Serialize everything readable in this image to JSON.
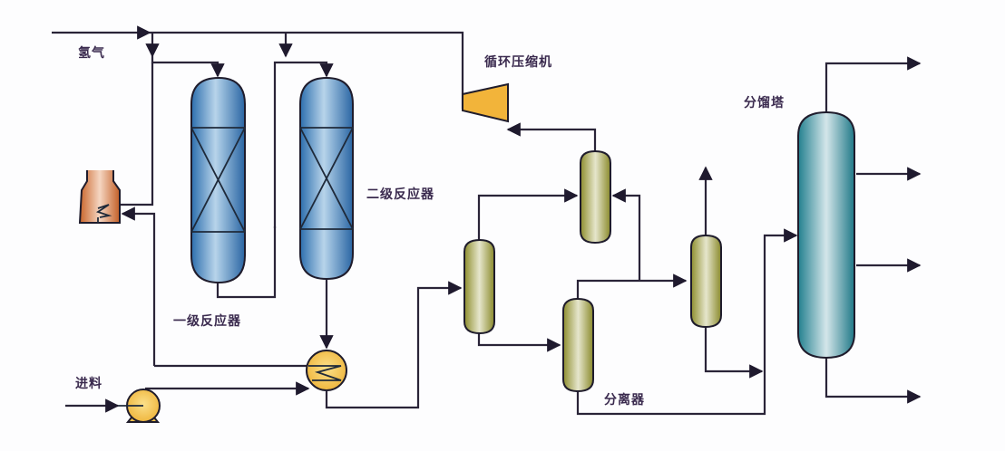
{
  "title": "加氢工艺流程示意图",
  "labels": {
    "hydrogen": "氢气",
    "feed": "进料",
    "reactor1": "一级反应器",
    "reactor2": "二级反应器",
    "compressor": "循环压缩机",
    "separator": "分离器",
    "fractionator": "分馏塔"
  },
  "equipment": [
    {
      "id": "heating-furnace",
      "kind": "furnace"
    },
    {
      "id": "reactor-1",
      "kind": "fixed-bed reactor",
      "label_key": "reactor1"
    },
    {
      "id": "reactor-2",
      "kind": "fixed-bed reactor",
      "label_key": "reactor2"
    },
    {
      "id": "feed-pump",
      "kind": "pump"
    },
    {
      "id": "heat-exchanger",
      "kind": "heat exchanger"
    },
    {
      "id": "recycle-compressor",
      "kind": "compressor",
      "label_key": "compressor"
    },
    {
      "id": "separator-1",
      "kind": "separator"
    },
    {
      "id": "separator-2",
      "kind": "separator",
      "label_key": "separator"
    },
    {
      "id": "separator-3",
      "kind": "separator"
    },
    {
      "id": "separator-4",
      "kind": "separator"
    },
    {
      "id": "fractionation-tower",
      "kind": "column",
      "label_key": "fractionator",
      "outlets": 4
    }
  ],
  "colors": {
    "reactor": "#3a7fbf",
    "separator": "#a8a848",
    "column": "#2f9aa8",
    "furnace": "#d27a3c",
    "compressor": "#f2b43a",
    "exchanger": "#f3c04a",
    "pipe": "#2a2438",
    "text": "#3a2a4e"
  }
}
